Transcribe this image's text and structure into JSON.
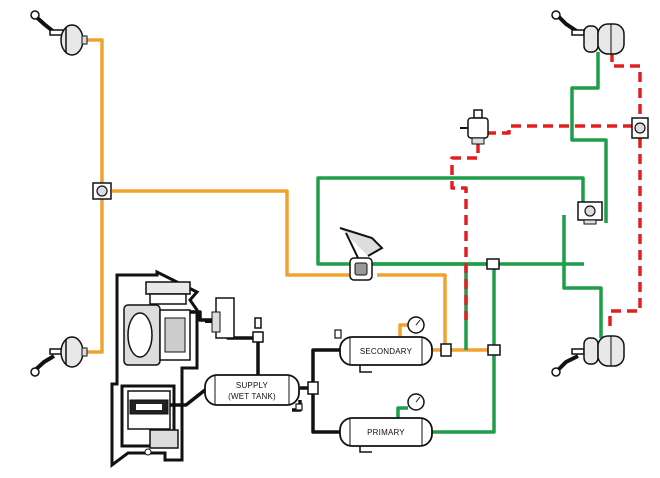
{
  "diagram": {
    "labels": {
      "secondary": "SECONDARY",
      "primary": "PRIMARY",
      "supply_line1": "SUPPLY",
      "supply_line2": "(WET TANK)"
    },
    "line_colors": {
      "secondary_circuit": "#f0a22f",
      "primary_circuit": "#1e9e4a",
      "parking_circuit": "#e02020",
      "supply_lines": "#111111"
    },
    "components": [
      "front-left-upper-brake-chamber",
      "front-left-lower-brake-chamber",
      "rear-right-upper-spring-brake",
      "rear-right-lower-spring-brake",
      "front-quick-release-valve",
      "rear-relay-valve",
      "foot-brake-valve",
      "park-control-valve",
      "rear-quick-release-valve",
      "air-compressor",
      "governor",
      "air-dryer",
      "supply-tank",
      "secondary-tank",
      "primary-tank",
      "double-check-valve"
    ]
  }
}
